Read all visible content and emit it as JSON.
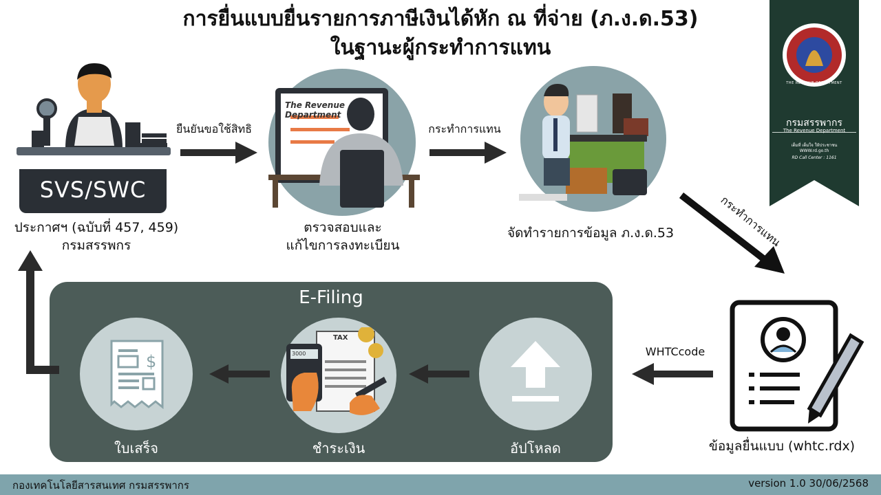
{
  "title": {
    "line1": "การยื่นแบบยื่นรายการภาษีเงินได้หัก ณ ที่จ่าย (ภ.ง.ด.53)",
    "line2": "ในฐานะผู้กระทำการแทน"
  },
  "nodes": {
    "svs": {
      "desk_text": "SVS/SWC",
      "caption1": "ประกาศฯ (ฉบับที่ 457, 459)",
      "caption2": "กรมสรรพกร"
    },
    "verify": {
      "caption1": "ตรวจสอบและ",
      "caption2": "แก้ไขการลงทะเบียน",
      "screen1": "The Revenue",
      "screen2": "Department"
    },
    "prepare": {
      "caption": "จัดทำรายการข้อมูล ภ.ง.ด.53"
    },
    "file": {
      "caption": "ข้อมูลยื่นแบบ (whtc.rdx)"
    }
  },
  "arrows": {
    "a1": "ยืนยันขอใช้สิทธิ",
    "a2": "กระทำการแทน",
    "a3": "กระทำการแทน",
    "a4": "WHTCcode"
  },
  "efiling": {
    "title": "E-Filing",
    "upload": "อัปโหลด",
    "pay": "ชำระเงิน",
    "receipt": "ใบเสร็จ",
    "tax_label": "TAX",
    "calc_display": "3000"
  },
  "badge": {
    "name_th": "กรมสรรพากร",
    "name_en": "The Revenue Department",
    "seal_text": "THE REVENUE DEPARTMENT",
    "motto": "เต็มที่ เต็มใจ ให้ประชาชน",
    "web": "WWW.rd.go.th",
    "callcenter": "RD Call Center : 1161"
  },
  "footer": {
    "left": "กองเทคโนโลยีสารสนเทศ กรมสรรพากร",
    "right": "version 1.0 30/06/2568"
  },
  "colors": {
    "arrow": "#2b2b2b",
    "circle": "#8aa3a8",
    "efiling_bg": "#4c5c58",
    "footer": "#7fa4ac",
    "badge": "#1f3a30"
  }
}
